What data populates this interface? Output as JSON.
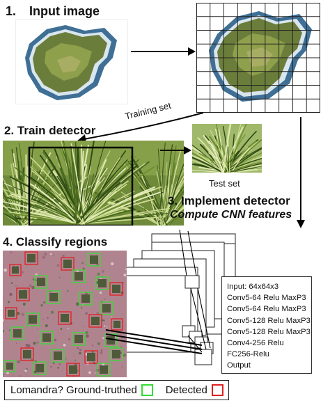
{
  "steps": {
    "s1_num": "1.",
    "s1_title": "Input image",
    "s2_title": "2. Train detector",
    "s3_title": "3.  Implement detector",
    "s3_sub": "Compute CNN features",
    "s4_title": "4. Classify regions"
  },
  "labels": {
    "training_set": "Training set",
    "test_set": "Test set"
  },
  "network_layers": [
    "Input: 64x64x3",
    "Conv5-64 Relu MaxP3",
    "Conv5-64 Relu MaxP3",
    "Conv5-128 Relu MaxP3",
    "Conv5-128 Relu MaxP3",
    "Conv4-256 Relu",
    "FC256-Relu",
    "Output"
  ],
  "legend": {
    "text1": "Lomandra? Ground-truthed",
    "text2": "Detected",
    "ground_truth_color": "#33dd33",
    "detected_color": "#e02020"
  }
}
